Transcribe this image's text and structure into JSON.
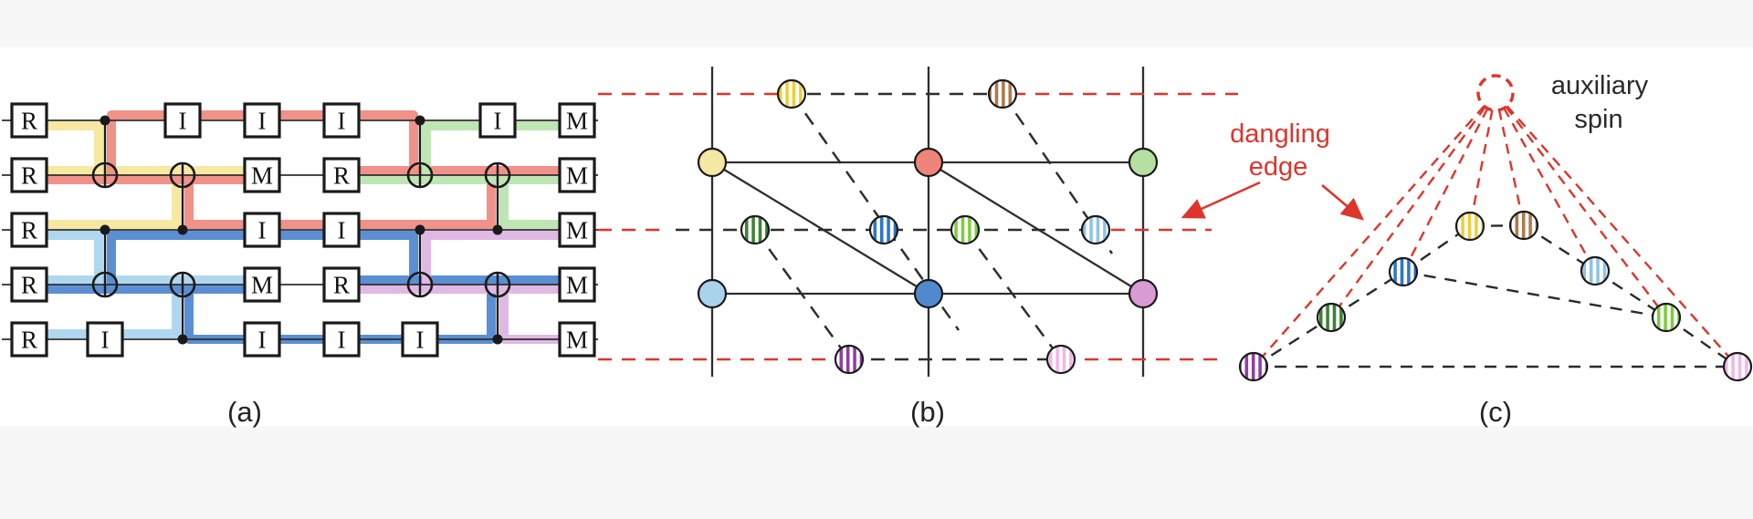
{
  "figure": {
    "captions": {
      "a": "(a)",
      "b": "(b)",
      "c": "(c)"
    },
    "background_color": "#ffffff",
    "margin_band_color": "#f7f7f8",
    "accent_red": "#dd352b"
  },
  "panel_a": {
    "gate_labels": {
      "reset": "R",
      "idle": "I",
      "measure": "M"
    },
    "wires": [
      {
        "gates": [
          "R",
          "control",
          "I",
          "I",
          "I",
          "control",
          "I",
          "M"
        ]
      },
      {
        "gates": [
          "R",
          "cnot-target",
          "cnot-target",
          "M",
          "R",
          "cnot-target",
          "cnot-target",
          "M"
        ]
      },
      {
        "gates": [
          "R",
          "control",
          "control",
          "I",
          "I",
          "control",
          "control",
          "M"
        ]
      },
      {
        "gates": [
          "R",
          "cnot-target",
          "cnot-target",
          "M",
          "R",
          "cnot-target",
          "cnot-target",
          "M"
        ]
      },
      {
        "gates": [
          "R",
          "I",
          "control",
          "I",
          "I",
          "I",
          "control",
          "M"
        ]
      }
    ],
    "cnot_pairs": [
      {
        "column": 2,
        "control_wire": 1,
        "target_wire": 2
      },
      {
        "column": 3,
        "control_wire": 3,
        "target_wire": 2
      },
      {
        "column": 2,
        "control_wire": 3,
        "target_wire": 4
      },
      {
        "column": 3,
        "control_wire": 5,
        "target_wire": 4
      },
      {
        "column": 6,
        "control_wire": 1,
        "target_wire": 2
      },
      {
        "column": 7,
        "control_wire": 3,
        "target_wire": 2
      },
      {
        "column": 6,
        "control_wire": 3,
        "target_wire": 4
      },
      {
        "column": 7,
        "control_wire": 5,
        "target_wire": 4
      }
    ],
    "detector_region_colors": {
      "yellow": "#f6e8a0",
      "red": "#f0918a",
      "light_blue": "#afd7f0",
      "dark_blue": "#5b8fd4",
      "green": "#bfe5b4",
      "violet": "#e0b8e4"
    }
  },
  "panel_b": {
    "solid_vertices": [
      {
        "color_name": "yellow",
        "fill": "#f4e8a2"
      },
      {
        "color_name": "red",
        "fill": "#ef8478"
      },
      {
        "color_name": "light-green",
        "fill": "#b6e0a2"
      },
      {
        "color_name": "light-blue",
        "fill": "#a9d2ec"
      },
      {
        "color_name": "dark-blue",
        "fill": "#5089ce"
      },
      {
        "color_name": "violet",
        "fill": "#d89bd3"
      }
    ],
    "striped_nodes": [
      {
        "color_name": "yellow",
        "stripe": "#edce3a"
      },
      {
        "color_name": "brown",
        "stripe": "#ad7a4a"
      },
      {
        "color_name": "dark-green",
        "stripe": "#3c8033"
      },
      {
        "color_name": "dark-blue",
        "stripe": "#2e76c8"
      },
      {
        "color_name": "light-green",
        "stripe": "#7ecc3f"
      },
      {
        "color_name": "light-blue",
        "stripe": "#8fc3e8"
      },
      {
        "color_name": "purple",
        "stripe": "#8f3f9e"
      },
      {
        "color_name": "pink",
        "stripe": "#efb6e9"
      }
    ],
    "dangling_edge_color": "#dd352b"
  },
  "panel_c": {
    "labels": {
      "dangling_line1": "dangling",
      "dangling_line2": "edge",
      "auxiliary_line1": "auxiliary",
      "auxiliary_line2": "spin"
    },
    "node_order": [
      "purple",
      "dark-green",
      "dark-blue",
      "yellow",
      "brown",
      "light-blue",
      "light-green",
      "pink"
    ],
    "auxiliary_spin_color": "#dd352b"
  }
}
